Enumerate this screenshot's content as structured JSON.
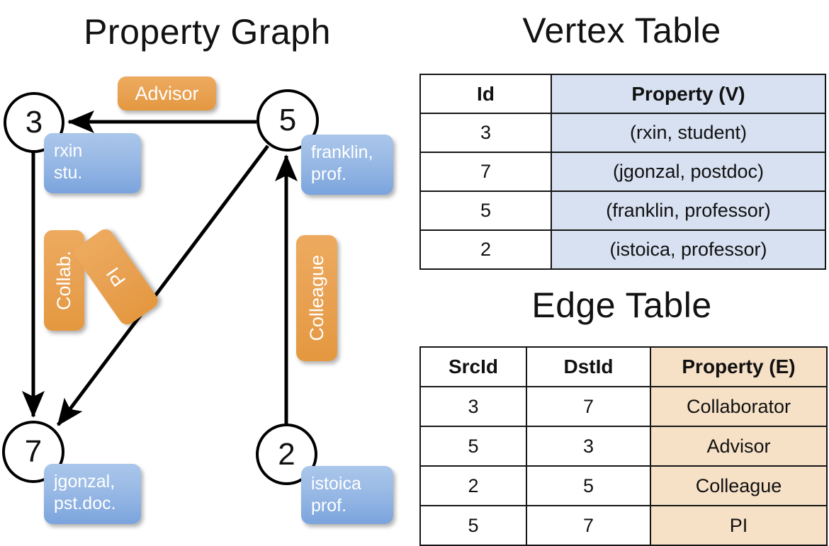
{
  "titles": {
    "property_graph": "Property Graph",
    "vertex_table": "Vertex Table",
    "edge_table": "Edge Table"
  },
  "graph": {
    "nodes": [
      {
        "id": "3",
        "label": "3",
        "property_lines": [
          "rxin",
          "stu."
        ]
      },
      {
        "id": "5",
        "label": "5",
        "property_lines": [
          "franklin,",
          "prof."
        ]
      },
      {
        "id": "7",
        "label": "7",
        "property_lines": [
          "jgonzal,",
          "pst.doc."
        ]
      },
      {
        "id": "2",
        "label": "2",
        "property_lines": [
          "istoica",
          "prof."
        ]
      }
    ],
    "edge_labels": [
      {
        "name": "advisor",
        "text": "Advisor",
        "orientation": "horizontal"
      },
      {
        "name": "collab",
        "text": "Collab.",
        "orientation": "vertical"
      },
      {
        "name": "pi",
        "text": "PI",
        "orientation": "diagonal"
      },
      {
        "name": "colleague",
        "text": "Colleague",
        "orientation": "vertical"
      }
    ],
    "edges": [
      {
        "src": "5",
        "dst": "3",
        "label": "Advisor"
      },
      {
        "src": "3",
        "dst": "7",
        "label": "Collab."
      },
      {
        "src": "5",
        "dst": "7",
        "label": "PI"
      },
      {
        "src": "2",
        "dst": "5",
        "label": "Colleague"
      }
    ]
  },
  "vertex_table": {
    "headers": [
      "Id",
      "Property (V)"
    ],
    "rows": [
      {
        "id": "3",
        "property": "(rxin, student)"
      },
      {
        "id": "7",
        "property": "(jgonzal, postdoc)"
      },
      {
        "id": "5",
        "property": "(franklin, professor)"
      },
      {
        "id": "2",
        "property": "(istoica, professor)"
      }
    ]
  },
  "edge_table": {
    "headers": [
      "SrcId",
      "DstId",
      "Property (E)"
    ],
    "rows": [
      {
        "src": "3",
        "dst": "7",
        "property": "Collaborator"
      },
      {
        "src": "5",
        "dst": "3",
        "property": "Advisor"
      },
      {
        "src": "2",
        "dst": "5",
        "property": "Colleague"
      },
      {
        "src": "5",
        "dst": "7",
        "property": "PI"
      }
    ]
  },
  "colors": {
    "node_stroke": "#000000",
    "vertex_property_fill": "#d7e1f1",
    "edge_property_fill": "#f6e0c6",
    "vertex_box_blue": "#7ba4dd",
    "edge_label_orange": "#e9a254",
    "background": "#ffffff"
  }
}
